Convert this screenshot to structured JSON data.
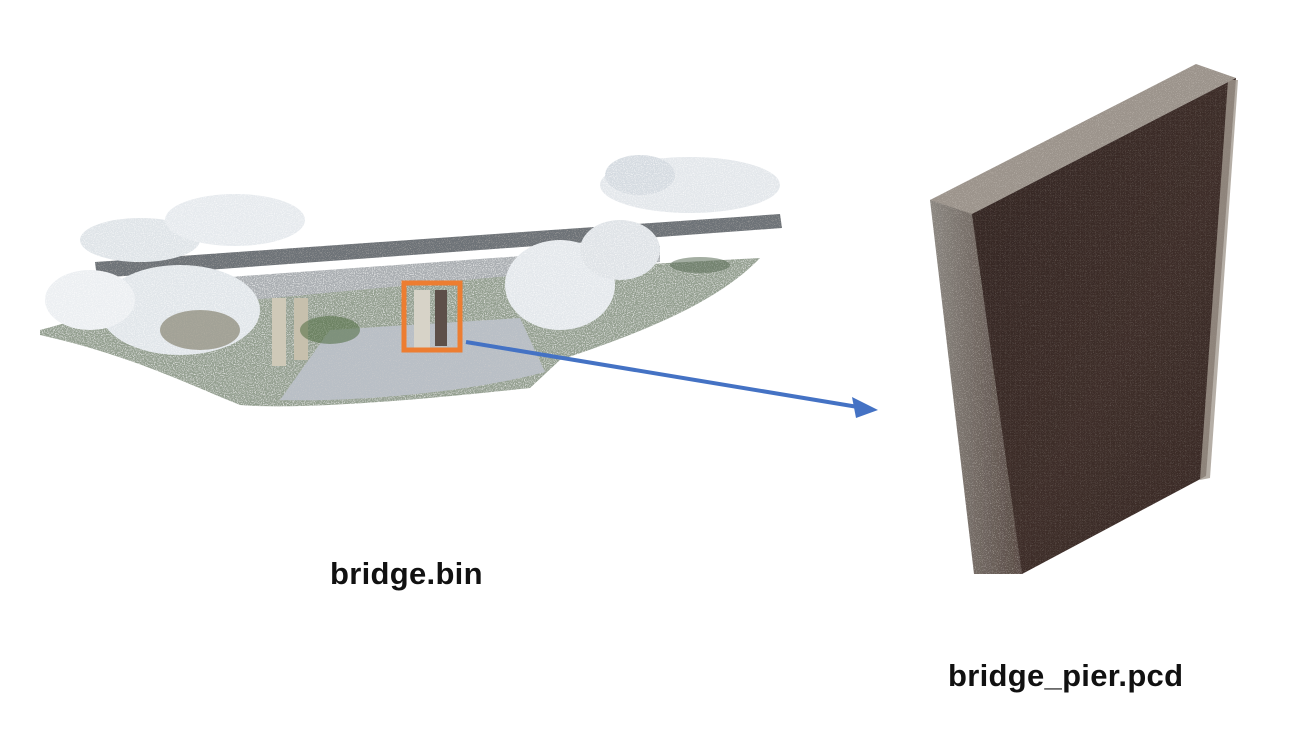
{
  "figure": {
    "source_caption": "bridge.bin",
    "target_caption": "bridge_pier.pcd",
    "source_object": "bridge-point-cloud",
    "target_object": "bridge-pier-point-cloud",
    "colors": {
      "highlight_box": "#ED7D31",
      "arrow": "#4472C4",
      "pier_surface": "#3b2b27",
      "vegetation": "#e8ecef",
      "deck": "#7b7f83"
    }
  }
}
